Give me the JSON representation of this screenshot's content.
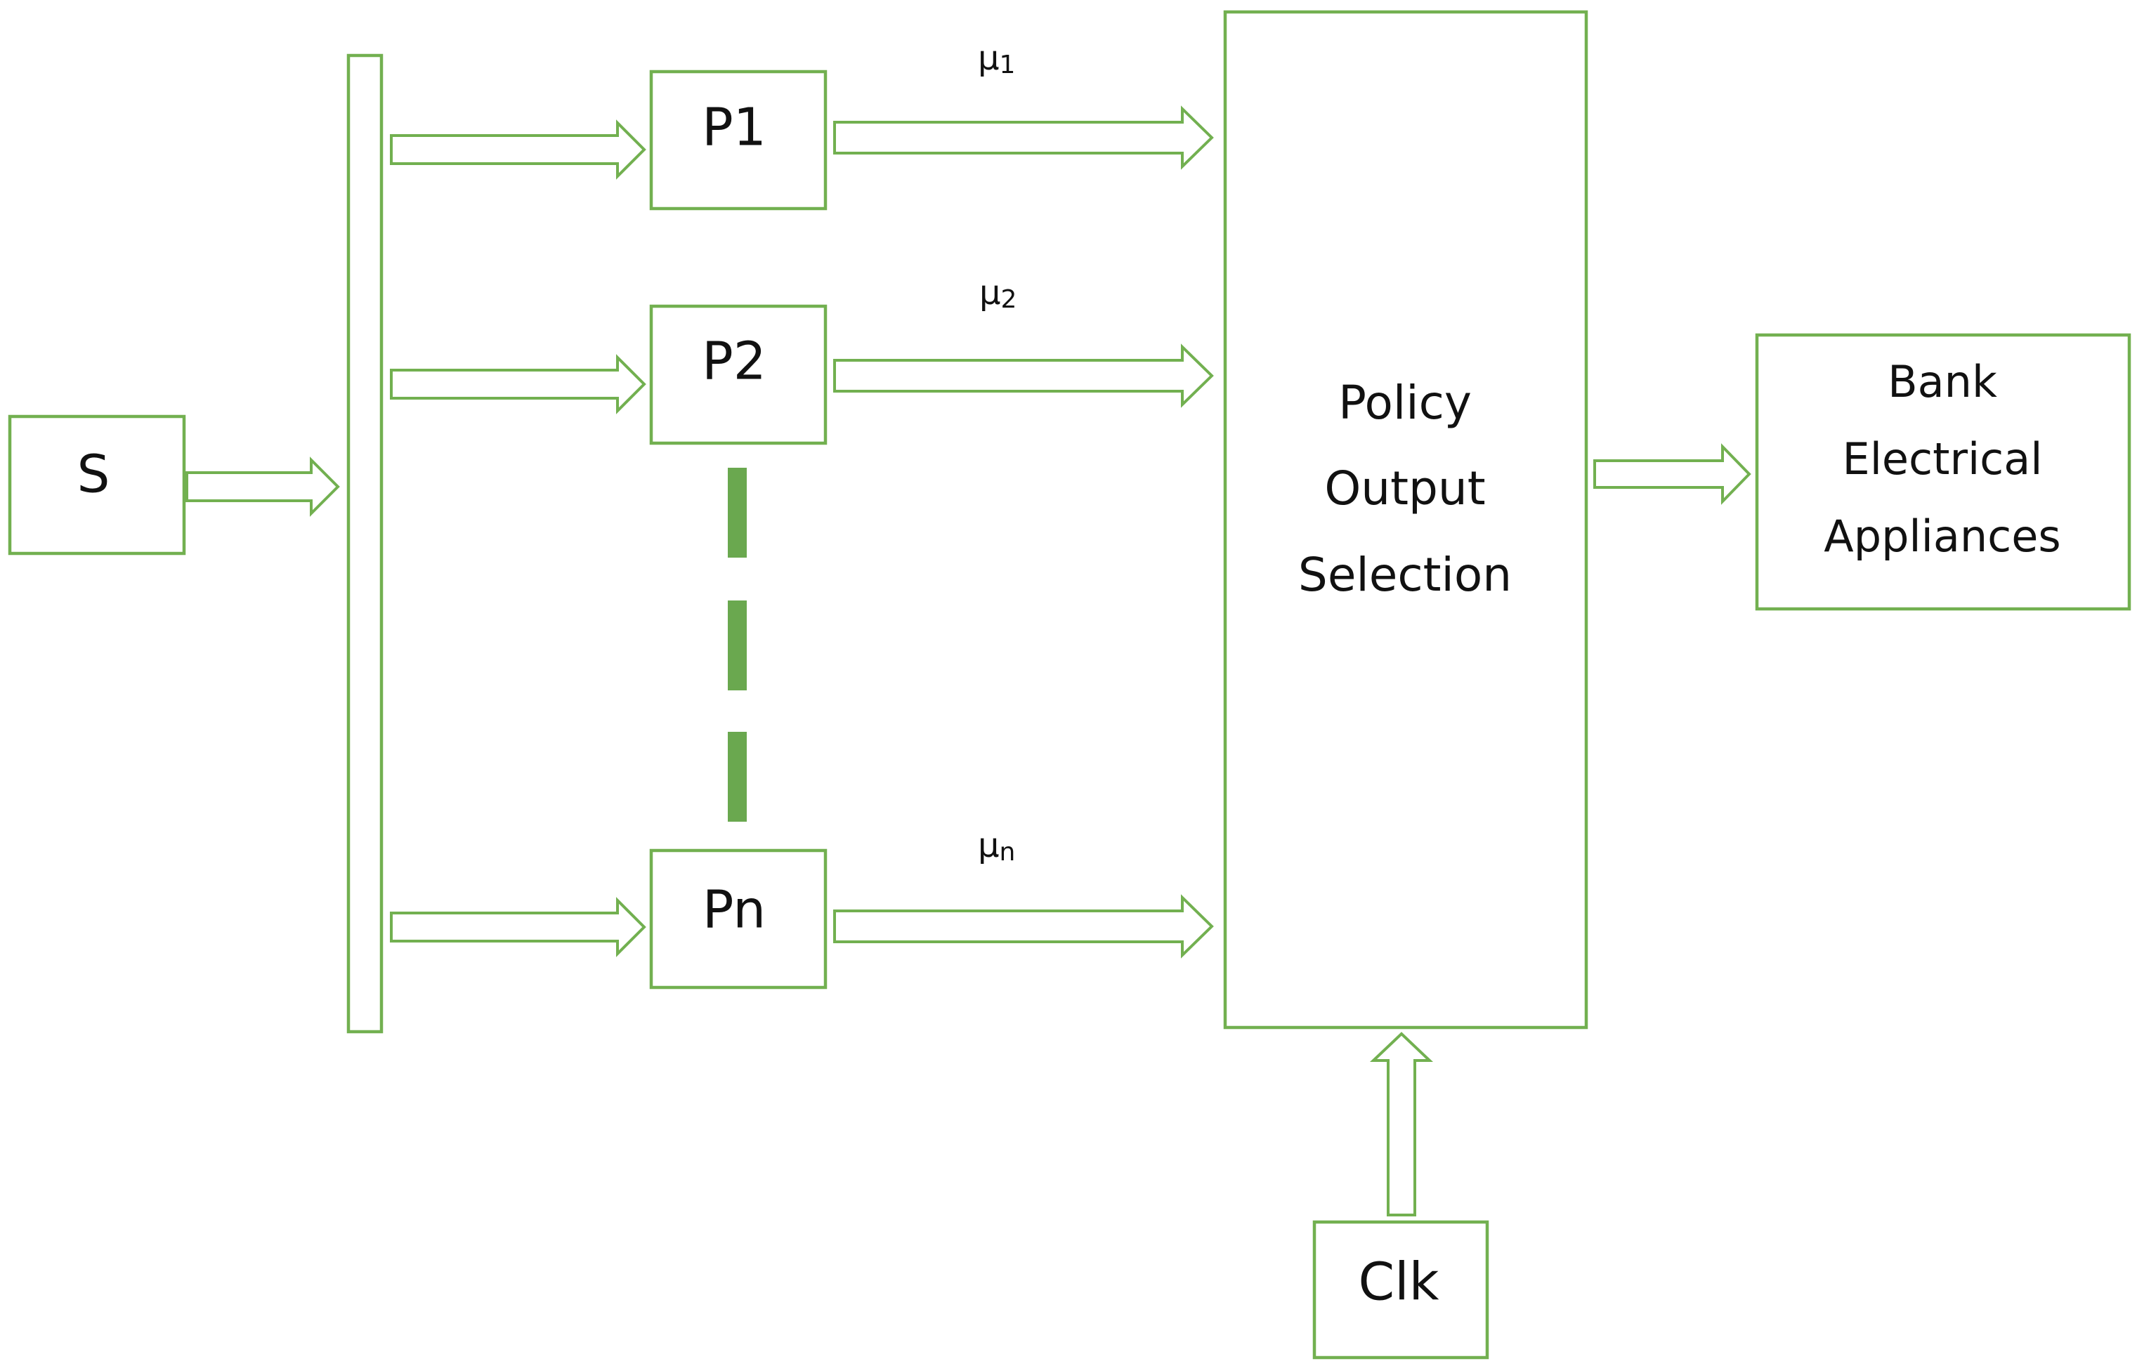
{
  "diagram": {
    "blocks": {
      "source": "S",
      "policy_1": "P1",
      "policy_2": "P2",
      "policy_n": "Pn",
      "selector": [
        "Policy",
        "Output",
        "Selection"
      ],
      "output": [
        "Bank",
        "Electrical",
        "Appliances"
      ],
      "clock": "Clk"
    },
    "signals": {
      "mu_1": {
        "symbol": "μ",
        "subscript": "1"
      },
      "mu_2": {
        "symbol": "μ",
        "subscript": "2"
      },
      "mu_n": {
        "symbol": "μ",
        "subscript": "n"
      }
    }
  },
  "colors": {
    "stroke": "#72b050",
    "dash": "#6aa84f",
    "text": "#111111",
    "background": "#ffffff"
  }
}
